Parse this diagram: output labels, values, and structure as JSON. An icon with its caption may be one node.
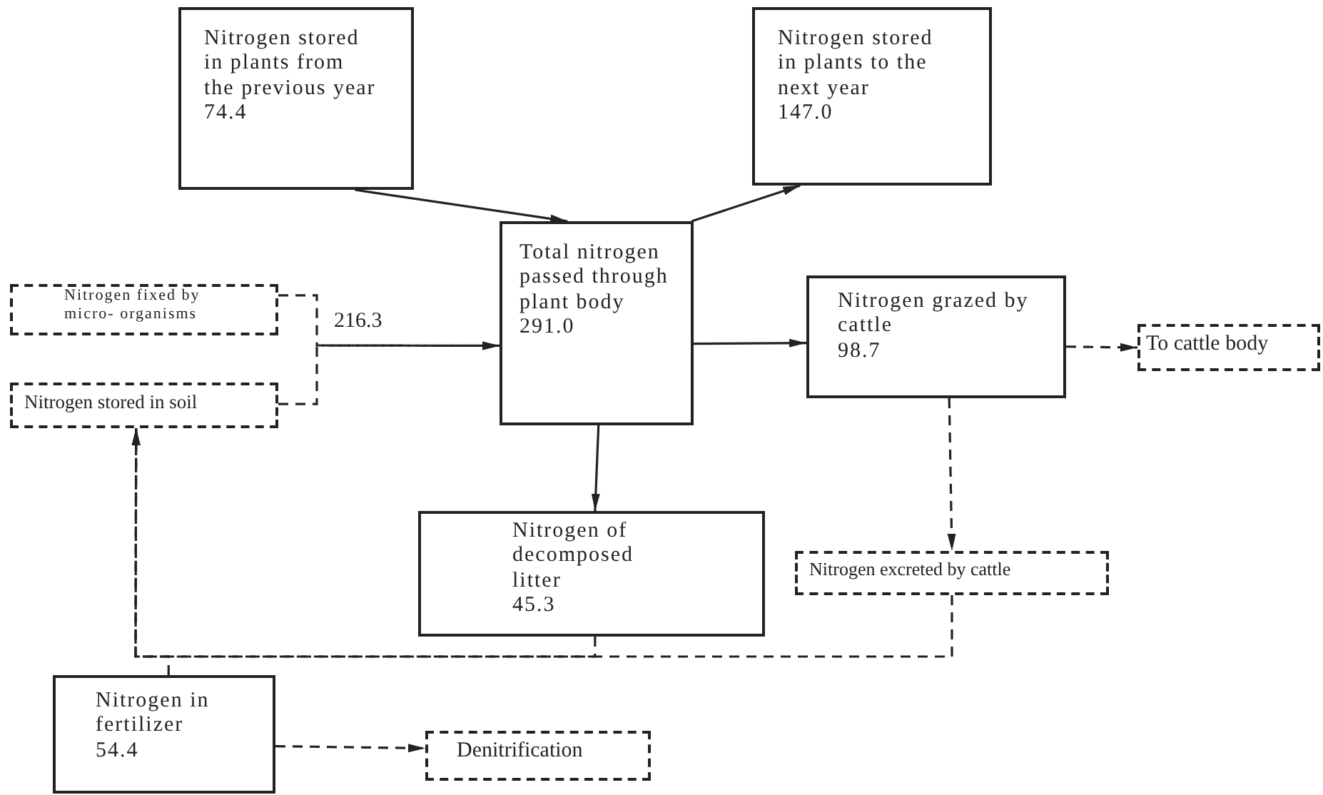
{
  "diagram": {
    "nodes": [
      {
        "text": [
          "Nitrogen stored in plants from the previous year",
          "74.4"
        ]
      },
      {
        "text": [
          "Nitrogen stored in plants to the next year",
          "147.0"
        ]
      },
      {
        "text": [
          "Nitrogen fixed by micro- organisms"
        ]
      },
      {
        "text": [
          "Nitrogen stored in soil"
        ]
      },
      {
        "text": [
          "Total nitrogen passed through plant body",
          "291.0"
        ]
      },
      {
        "text": [
          "Nitrogen grazed by cattle",
          "98.7"
        ]
      },
      {
        "text": [
          "To cattle body"
        ]
      },
      {
        "text": [
          "Nitrogen of decomposed litter",
          "45.3"
        ]
      },
      {
        "text": [
          "Nitrogen excreted by cattle"
        ]
      },
      {
        "text": [
          "Nitrogen in fertilizer",
          "54.4"
        ]
      },
      {
        "text": [
          "Denitrification"
        ]
      }
    ],
    "edges": [
      {
        "from": 0,
        "to": 4,
        "arrow": "to"
      },
      {
        "from": 4,
        "to": 1,
        "arrow": "to"
      },
      {
        "from": 2,
        "to": 4,
        "arrow": "to",
        "style": "dashed",
        "label": "216.3"
      },
      {
        "from": 3,
        "to": 4,
        "arrow": "to",
        "style": "dashed"
      },
      {
        "from": 4,
        "to": 5,
        "arrow": "to"
      },
      {
        "from": 5,
        "to": 6,
        "arrow": "to",
        "style": "dashed"
      },
      {
        "from": 4,
        "to": 7,
        "arrow": "to"
      },
      {
        "from": 5,
        "to": 8,
        "arrow": "to",
        "style": "dashed"
      },
      {
        "from": 7,
        "to": 3,
        "arrow": "to",
        "style": "dashed"
      },
      {
        "from": 8,
        "to": 3,
        "arrow": "to",
        "style": "dashed"
      },
      {
        "from": 9,
        "to": 3,
        "arrow": "to",
        "style": "dashed"
      },
      {
        "from": 9,
        "to": 10,
        "arrow": "to",
        "style": "dashed"
      }
    ]
  }
}
